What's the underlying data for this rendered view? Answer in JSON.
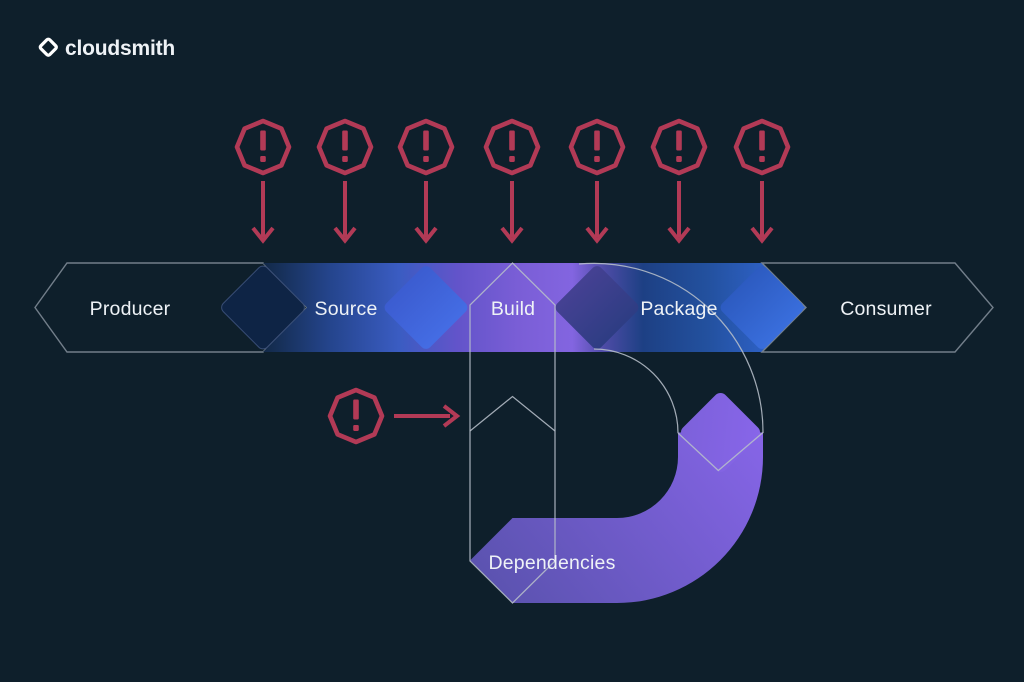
{
  "brand": {
    "name": "cloudsmith"
  },
  "pipeline": {
    "stages": [
      {
        "label": "Producer",
        "style": "outlined-dark"
      },
      {
        "label": "Source",
        "style": "filled-blue"
      },
      {
        "label": "Build",
        "style": "filled-purple"
      },
      {
        "label": "Package",
        "style": "filled-blue"
      },
      {
        "label": "Consumer",
        "style": "outlined-dark"
      }
    ],
    "flow_direction": "left-to-right"
  },
  "dependencies": {
    "label": "Dependencies",
    "flow": "curves up into Build stage"
  },
  "alerts": {
    "top_row": {
      "count": 7,
      "icon": "warning-octagon-icon",
      "pointing": "down",
      "targets": "pipeline stages and stage boundaries"
    },
    "dependency_alert": {
      "count": 1,
      "icon": "warning-octagon-icon",
      "pointing": "right",
      "target": "dependencies inflow"
    }
  },
  "icons": {
    "warning": "warning-octagon-icon",
    "down_arrow": "down-arrow-icon",
    "right_arrow": "right-arrow-icon",
    "logo_mark": "diamond-outline-icon"
  },
  "colors": {
    "background": "#0e1f2b",
    "alert_red": "#b23a56",
    "segment_outline_gray": "#78848f",
    "thin_outline_gray": "#b7bfc9",
    "band_blue": "#2a52a4",
    "band_purple": "#7e62d9",
    "diamond_dark_navy": "#0f2547",
    "diamond_bright_blue": "#3f68dd",
    "diamond_indigo": "#3a4090",
    "dependency_gradient_start": "#5a52ae",
    "dependency_gradient_end": "#8d68f0",
    "text": "#ffffff"
  }
}
